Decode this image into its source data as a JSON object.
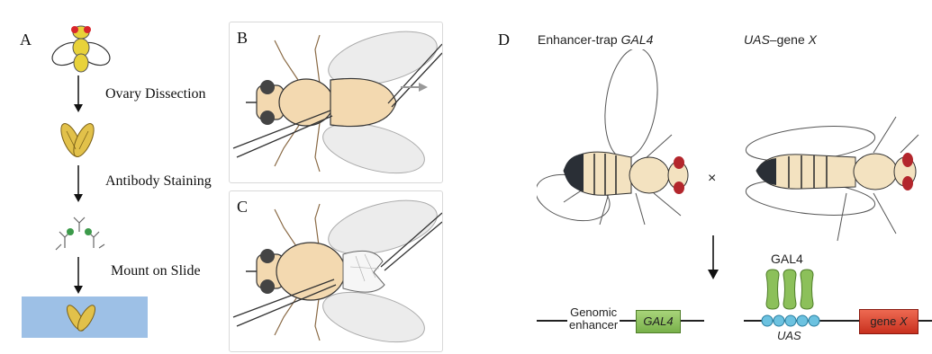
{
  "panels": {
    "a": {
      "letter": "A",
      "steps": [
        "Ovary Dissection",
        "Antibody Staining",
        "Mount on Slide"
      ]
    },
    "b": {
      "letter": "B"
    },
    "c": {
      "letter": "C"
    },
    "d": {
      "letter": "D",
      "fly_left_prefix": "Enhancer-trap ",
      "fly_left_italic": "GAL4",
      "fly_right_italic": "UAS",
      "fly_right_suffix": "–gene ",
      "fly_right_italic2": "X",
      "cross_symbol": "×",
      "gal4_protein_label": "GAL4",
      "uas_label": "UAS",
      "enhancer_label_line1": "Genomic",
      "enhancer_label_line2": "enhancer",
      "gal4_gene_label": "GAL4",
      "gene_x_label_prefix": "gene ",
      "gene_x_label_italic": "X"
    }
  },
  "colors": {
    "fly_body": "#f3d9b0",
    "fly_eye": "#b3262c",
    "ovary": "#e2c14a",
    "slide": "#9dc0e6",
    "gal4_protein": "#8cc05a",
    "uas_beads": "#6cc2e0",
    "gal4_gene_box": "#86c25a",
    "gene_x_box": "#e0412e",
    "tweezer_arrow": "#999999"
  }
}
